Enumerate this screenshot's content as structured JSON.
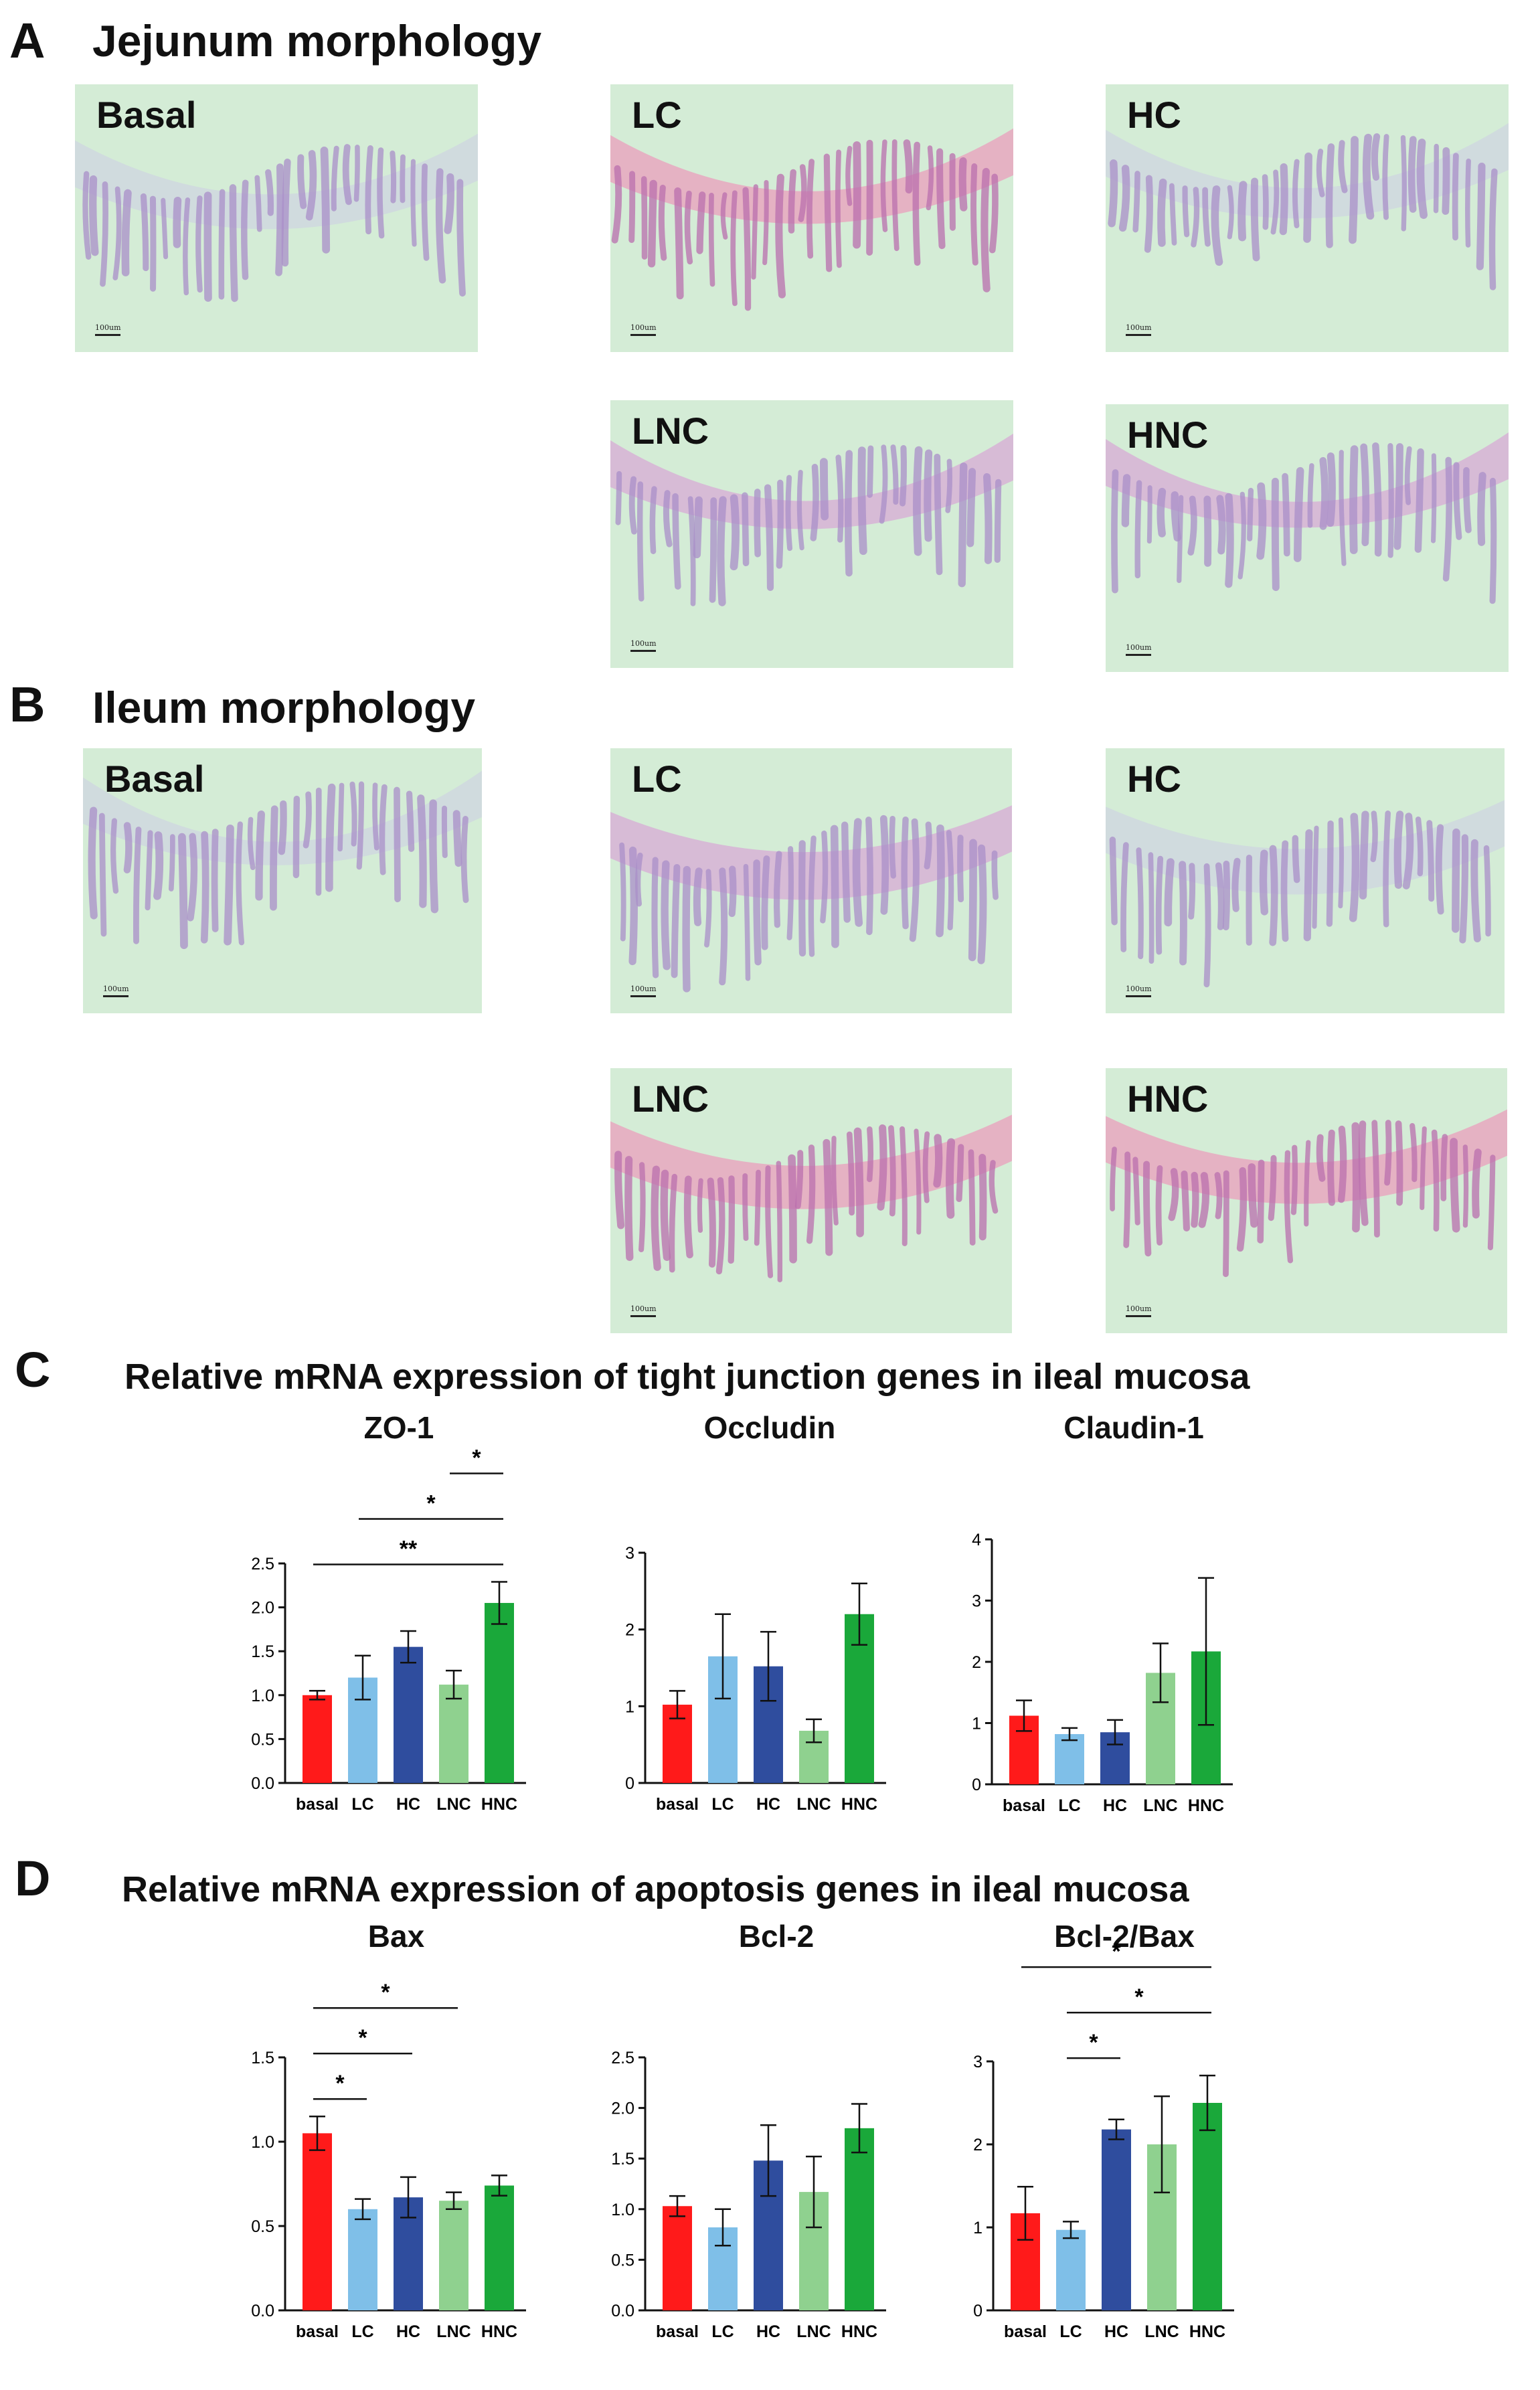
{
  "panels": {
    "A": {
      "letter": "A",
      "title": "Jejunum morphology",
      "images": [
        "Basal",
        "LC",
        "HC",
        "LNC",
        "HNC"
      ]
    },
    "B": {
      "letter": "B",
      "title": "Ileum morphology",
      "images": [
        "Basal",
        "LC",
        "HC",
        "LNC",
        "HNC"
      ]
    },
    "C": {
      "letter": "C",
      "title": "Relative mRNA expression of tight junction genes in ileal mucosa"
    },
    "D": {
      "letter": "D",
      "title": "Relative mRNA expression of apoptosis genes in ileal mucosa"
    }
  },
  "scale_bar_text": "100um",
  "colors": {
    "basal": "#ff1a1a",
    "LC": "#7fbfe8",
    "HC": "#2f4d9e",
    "LNC": "#8fd18f",
    "HNC": "#1aa83a"
  },
  "chart_data": [
    {
      "type": "bar",
      "title": "ZO-1",
      "categories": [
        "basal",
        "LC",
        "HC",
        "LNC",
        "HNC"
      ],
      "values": [
        1.0,
        1.2,
        1.55,
        1.12,
        2.05
      ],
      "errors": [
        0.05,
        0.25,
        0.18,
        0.16,
        0.24
      ],
      "ylim": [
        0,
        2.5
      ],
      "yticks": [
        "0.0",
        "0.5",
        "1.0",
        "1.5",
        "2.0",
        "2.5"
      ],
      "ytick_values": [
        0,
        0.5,
        1.0,
        1.5,
        2.0,
        2.5
      ],
      "significance": [
        {
          "from": 0,
          "to": 4,
          "label": "**"
        },
        {
          "from": 1,
          "to": 4,
          "label": "*"
        },
        {
          "from": 3,
          "to": 4,
          "label": "*"
        }
      ]
    },
    {
      "type": "bar",
      "title": "Occludin",
      "categories": [
        "basal",
        "LC",
        "HC",
        "LNC",
        "HNC"
      ],
      "values": [
        1.02,
        1.65,
        1.52,
        0.68,
        2.2
      ],
      "errors": [
        0.18,
        0.55,
        0.45,
        0.15,
        0.4
      ],
      "ylim": [
        0,
        3
      ],
      "yticks": [
        "0",
        "1",
        "2",
        "3"
      ],
      "ytick_values": [
        0,
        1,
        2,
        3
      ],
      "significance": []
    },
    {
      "type": "bar",
      "title": "Claudin-1",
      "categories": [
        "basal",
        "LC",
        "HC",
        "LNC",
        "HNC"
      ],
      "values": [
        1.12,
        0.82,
        0.85,
        1.82,
        2.17
      ],
      "errors": [
        0.25,
        0.1,
        0.2,
        0.48,
        1.2
      ],
      "ylim": [
        0,
        4
      ],
      "yticks": [
        "0",
        "1",
        "2",
        "3",
        "4"
      ],
      "ytick_values": [
        0,
        1,
        2,
        3,
        4
      ],
      "significance": []
    },
    {
      "type": "bar",
      "title": "Bax",
      "categories": [
        "basal",
        "LC",
        "HC",
        "LNC",
        "HNC"
      ],
      "values": [
        1.05,
        0.6,
        0.67,
        0.65,
        0.74
      ],
      "errors": [
        0.1,
        0.06,
        0.12,
        0.05,
        0.06
      ],
      "ylim": [
        0,
        1.5
      ],
      "yticks": [
        "0.0",
        "0.5",
        "1.0",
        "1.5"
      ],
      "ytick_values": [
        0,
        0.5,
        1.0,
        1.5
      ],
      "significance": [
        {
          "from": 0,
          "to": 1,
          "label": "*"
        },
        {
          "from": 0,
          "to": 2,
          "label": "*"
        },
        {
          "from": 0,
          "to": 3,
          "label": "*"
        }
      ]
    },
    {
      "type": "bar",
      "title": "Bcl-2",
      "categories": [
        "basal",
        "LC",
        "HC",
        "LNC",
        "HNC"
      ],
      "values": [
        1.03,
        0.82,
        1.48,
        1.17,
        1.8
      ],
      "errors": [
        0.1,
        0.18,
        0.35,
        0.35,
        0.24
      ],
      "ylim": [
        0,
        2.5
      ],
      "yticks": [
        "0.0",
        "0.5",
        "1.0",
        "1.5",
        "2.0",
        "2.5"
      ],
      "ytick_values": [
        0,
        0.5,
        1.0,
        1.5,
        2.0,
        2.5
      ],
      "significance": []
    },
    {
      "type": "bar",
      "title": "Bcl-2/Bax",
      "categories": [
        "basal",
        "LC",
        "HC",
        "LNC",
        "HNC"
      ],
      "values": [
        1.17,
        0.97,
        2.18,
        2.0,
        2.5
      ],
      "errors": [
        0.32,
        0.1,
        0.12,
        0.58,
        0.33
      ],
      "ylim": [
        0,
        3
      ],
      "yticks": [
        "0",
        "1",
        "2",
        "3"
      ],
      "ytick_values": [
        0,
        1,
        2,
        3
      ],
      "significance": [
        {
          "from": 1,
          "to": 2,
          "label": "*"
        },
        {
          "from": 1,
          "to": 4,
          "label": "*"
        },
        {
          "from": 0,
          "to": 4,
          "label": "*"
        }
      ]
    }
  ]
}
